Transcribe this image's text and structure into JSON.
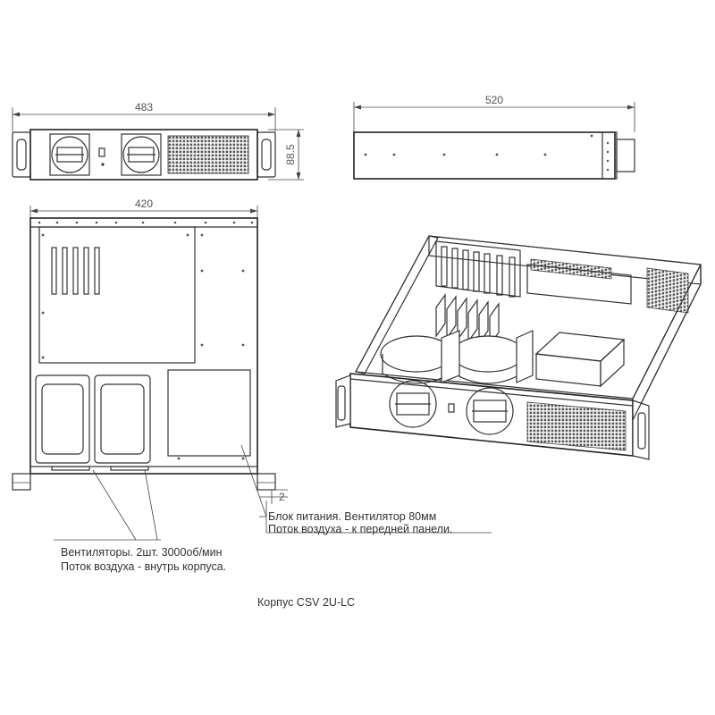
{
  "dimensions": {
    "front_width": "483",
    "side_length": "520",
    "front_height": "88.5",
    "top_width": "420",
    "rail_offset": "2"
  },
  "callouts": {
    "psu_line1": "Блок питания. Вентилятор 80мм",
    "psu_line2": "Поток воздуха - к передней панели.",
    "fans_line1": "Вентиляторы. 2шт. 3000об/мин",
    "fans_line2": "Поток воздуха - внутрь корпуса."
  },
  "caption": "Корпус CSV 2U-LC"
}
